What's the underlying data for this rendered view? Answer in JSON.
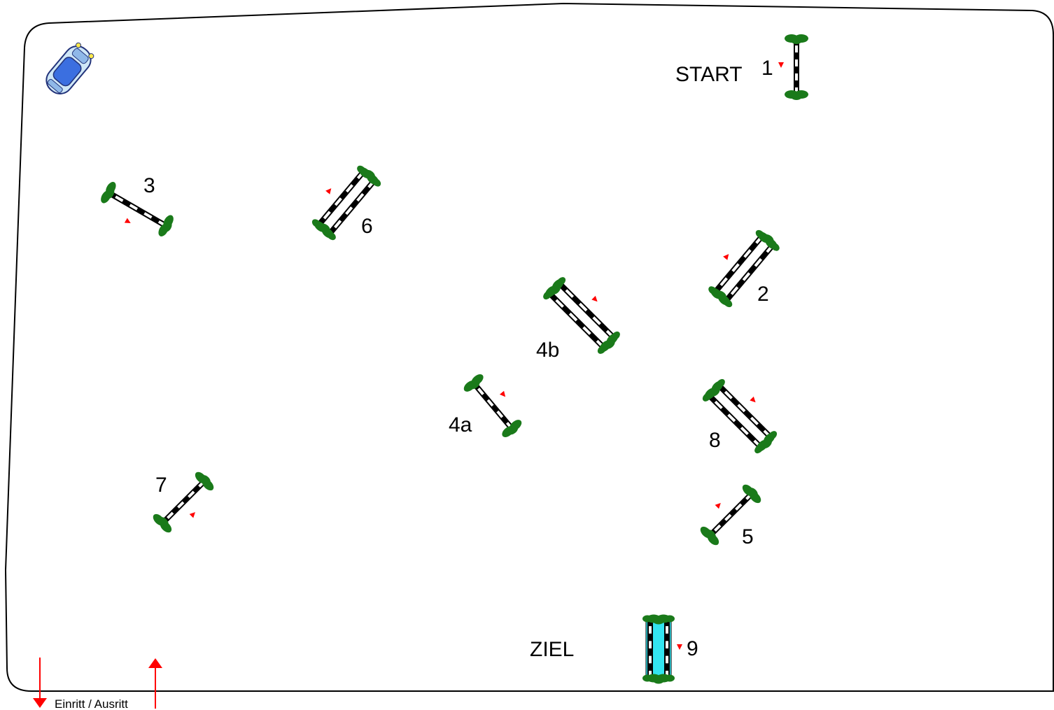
{
  "course": {
    "labels": {
      "start": "START",
      "finish": "ZIEL",
      "entry_exit": "Einritt / Ausritt"
    },
    "obstacles": [
      {
        "id": "1",
        "label": "1",
        "kind": "vertical"
      },
      {
        "id": "2",
        "label": "2",
        "kind": "oxer"
      },
      {
        "id": "3",
        "label": "3",
        "kind": "vertical"
      },
      {
        "id": "4a",
        "label": "4a",
        "kind": "vertical"
      },
      {
        "id": "4b",
        "label": "4b",
        "kind": "oxer"
      },
      {
        "id": "5",
        "label": "5",
        "kind": "vertical"
      },
      {
        "id": "6",
        "label": "6",
        "kind": "oxer"
      },
      {
        "id": "7",
        "label": "7",
        "kind": "vertical"
      },
      {
        "id": "8",
        "label": "8",
        "kind": "oxer"
      },
      {
        "id": "9",
        "label": "9",
        "kind": "water-oxer"
      }
    ],
    "icons": [
      "car-icon",
      "entry-arrow-icon",
      "exit-arrow-icon"
    ],
    "colors": {
      "pole": "#000000",
      "stripe": "#ffffff",
      "hedge": "#1a7a1a",
      "arrow": "#ff0000",
      "water": "#33e5f0",
      "car_body": "#3b6fe0"
    }
  }
}
